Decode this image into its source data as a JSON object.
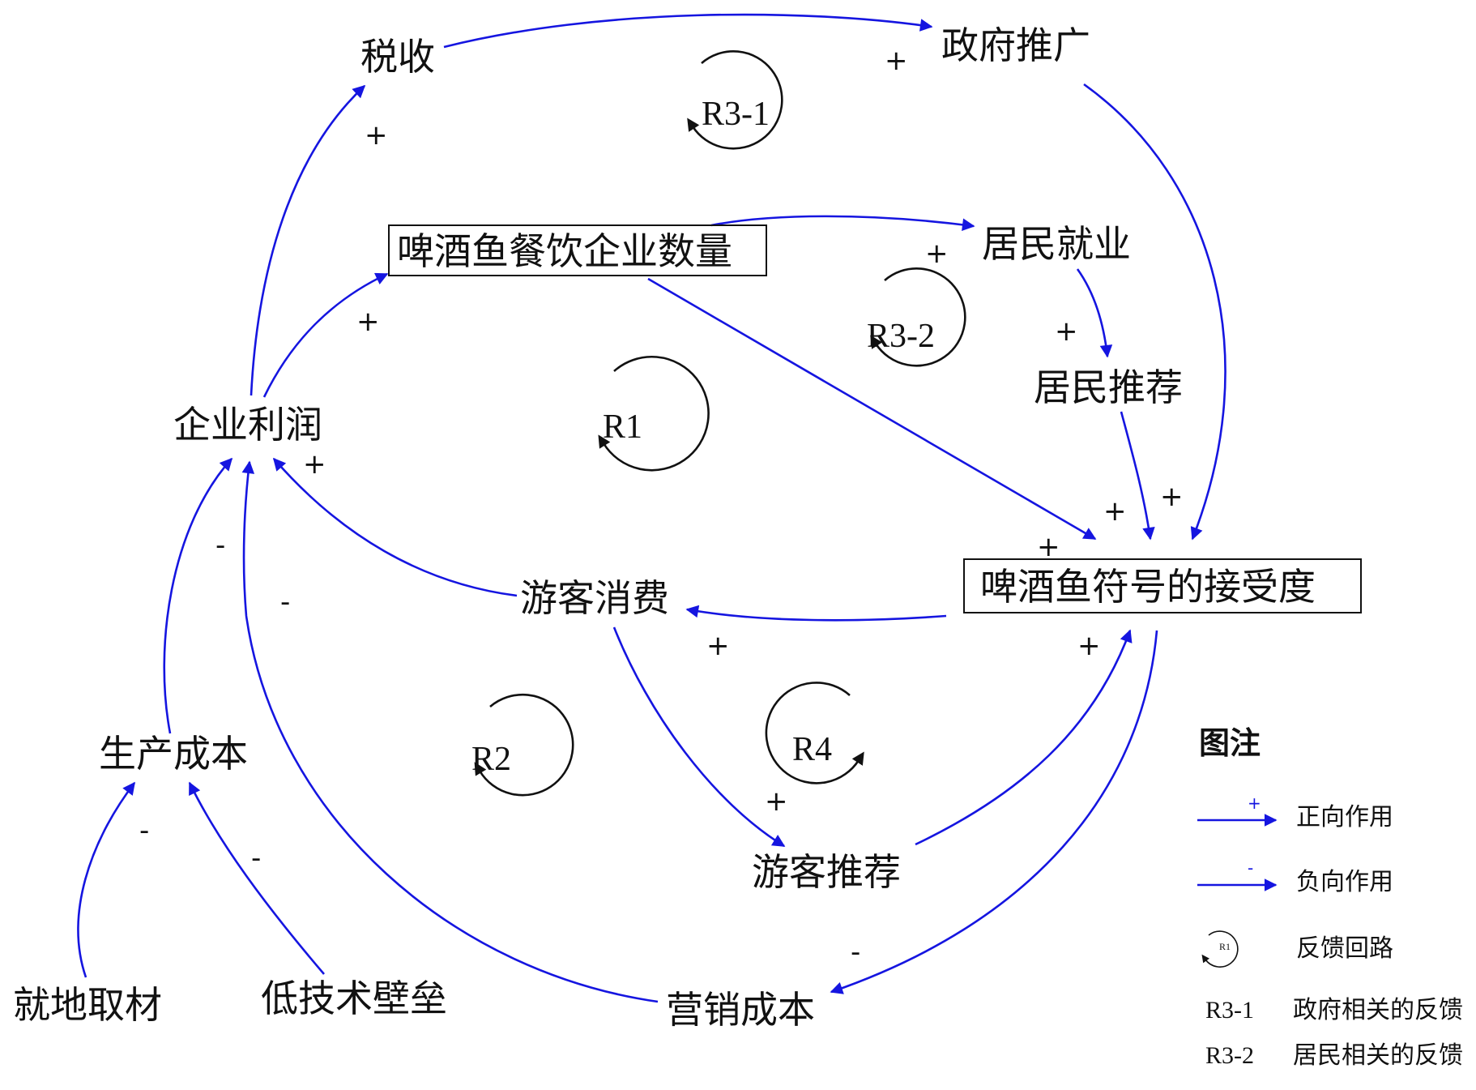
{
  "nodes": {
    "tax": "税收",
    "gov_promo": "政府推广",
    "restaurant_count": "啤酒鱼餐饮企业数量",
    "resident_jobs": "居民就业",
    "resident_recommend": "居民推荐",
    "profit": "企业利润",
    "acceptance": "啤酒鱼符号的接受度",
    "tourist_spend": "游客消费",
    "production_cost": "生产成本",
    "tourist_recommend": "游客推荐",
    "local_material": "就地取材",
    "low_barrier": "低技术壁垒",
    "marketing_cost": "营销成本"
  },
  "signs": {
    "profit_tax": "+",
    "tax_gov": "+",
    "profit_rest": "+",
    "rest_jobs": "+",
    "jobs_rrec": "+",
    "rrec_acc": "+",
    "gov_acc": "+",
    "rest_acc": "+",
    "spend_profit": "+",
    "acc_spend": "+",
    "spend_trec": "+",
    "trec_acc": "+",
    "cost_profit": "-",
    "mkt_profit": "-",
    "local_cost": "-",
    "barrier_cost": "-",
    "acc_mkt": "-"
  },
  "loops": {
    "r3_1": "R3-1",
    "r3_2": "R3-2",
    "r1": "R1",
    "r2": "R2",
    "r4": "R4"
  },
  "legend": {
    "title": "图注",
    "positive_sign": "+",
    "positive_label": "正向作用",
    "negative_sign": "-",
    "negative_label": "负向作用",
    "loop_icon_label": "R1",
    "loop_label": "反馈回路",
    "r3_1_code": "R3-1",
    "r3_1_label": "政府相关的反馈",
    "r3_2_code": "R3-2",
    "r3_2_label": "居民相关的反馈"
  },
  "colors": {
    "arrow": "#1515e0",
    "loop": "#111111",
    "text": "#111111"
  }
}
